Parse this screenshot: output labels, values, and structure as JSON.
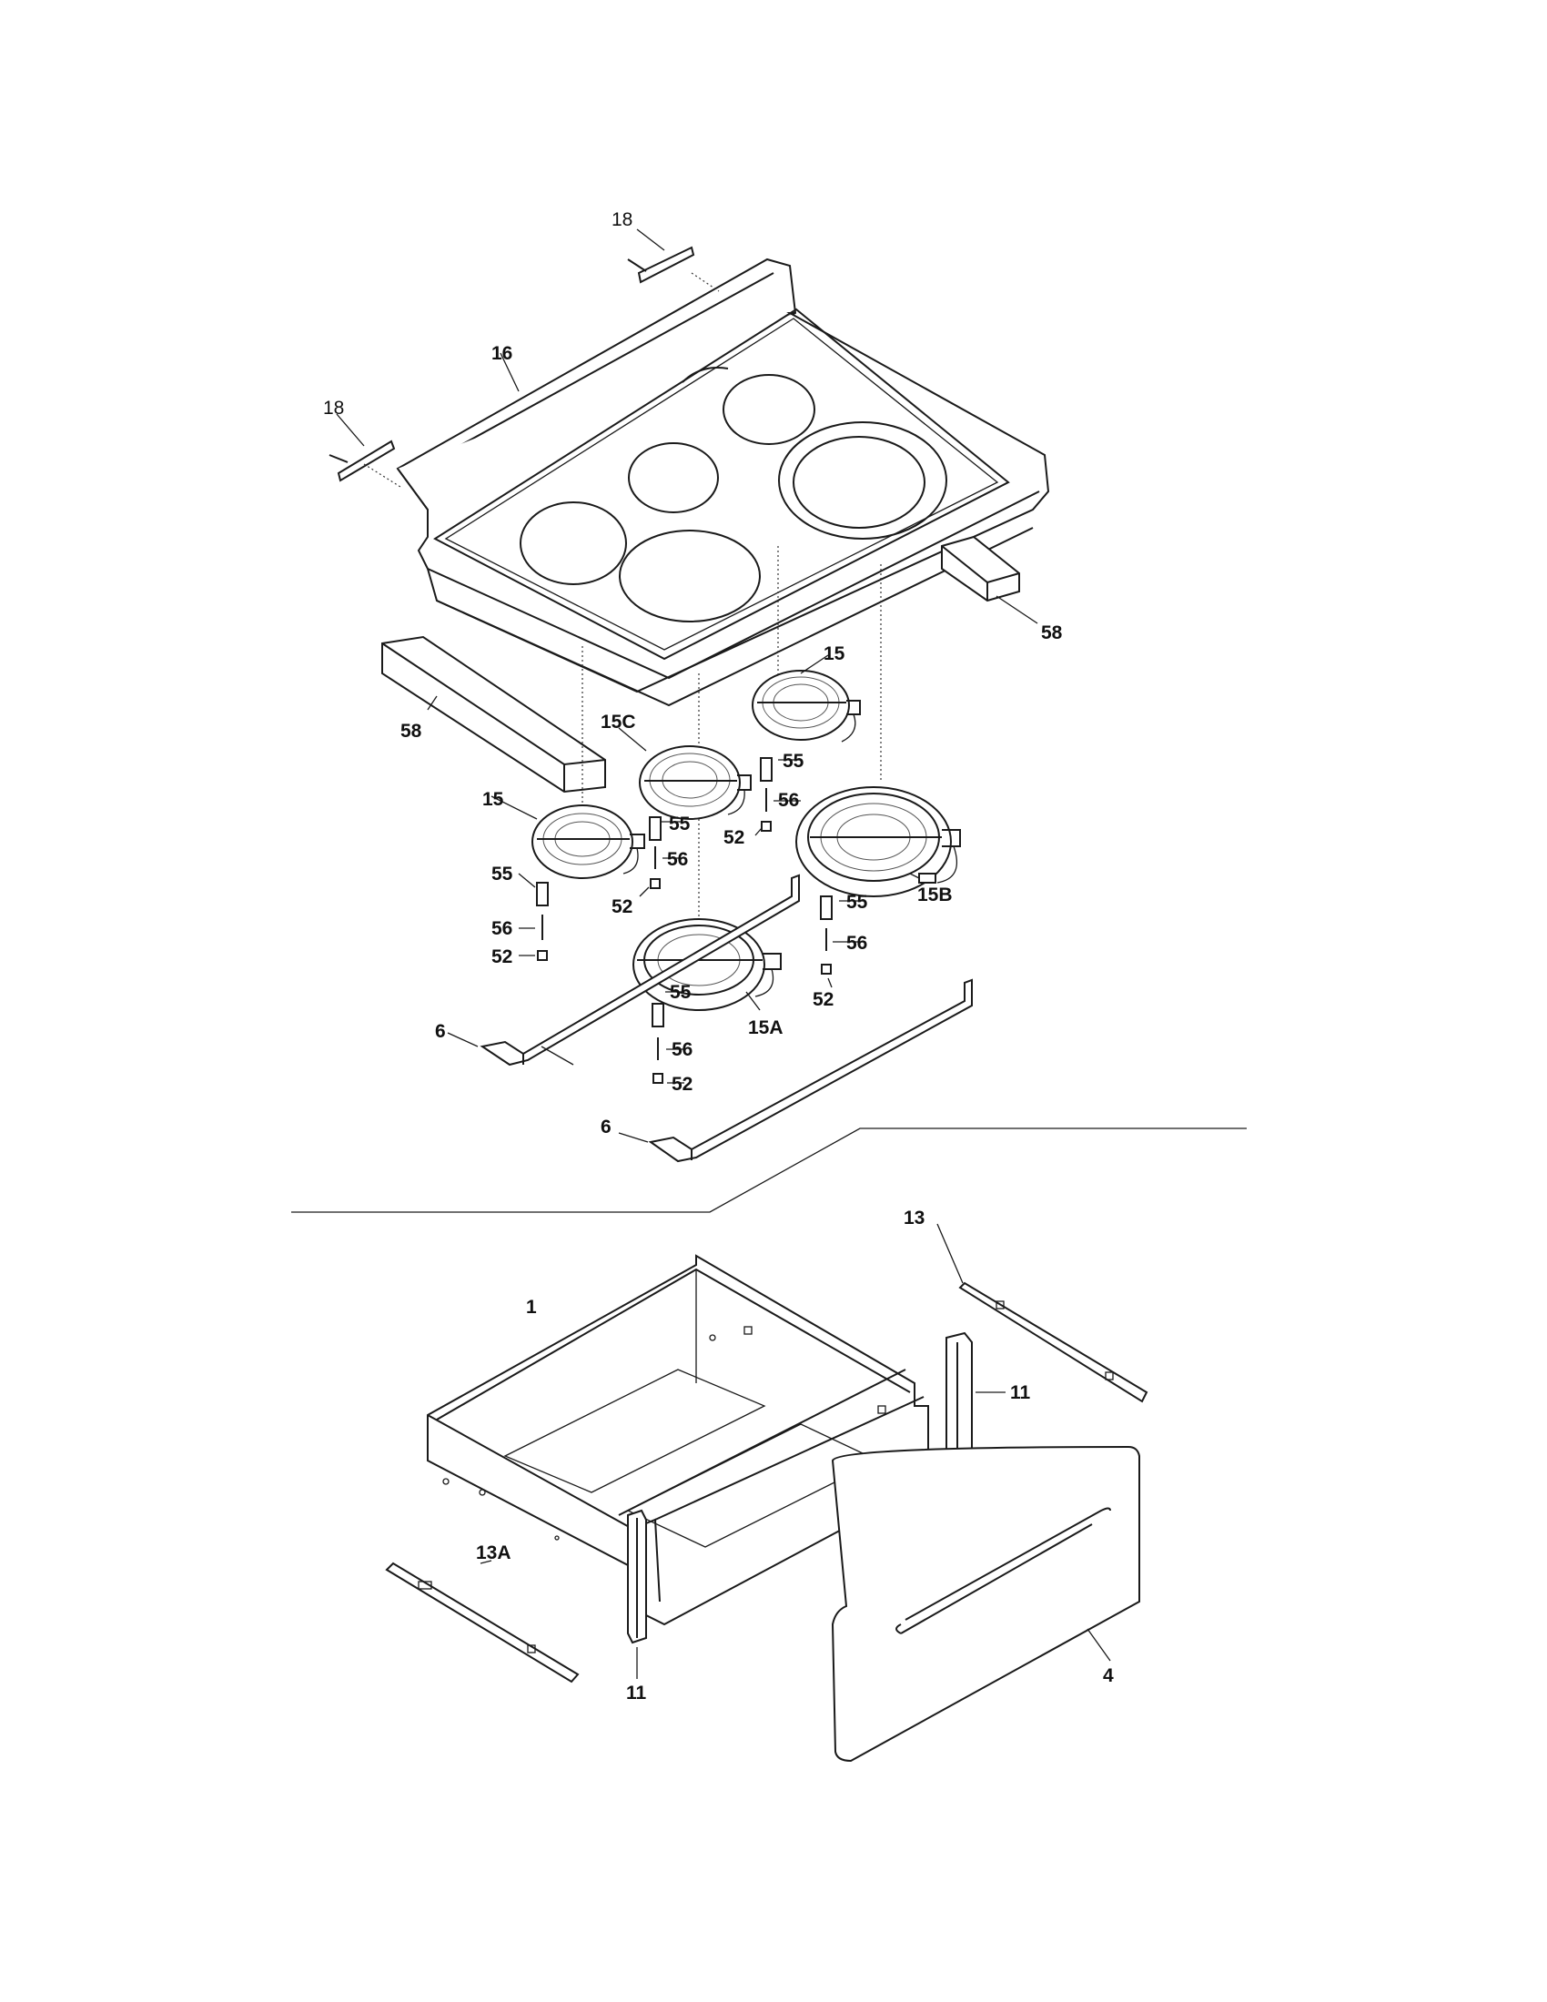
{
  "callouts": {
    "c16": "16",
    "c18a": "18",
    "c18b": "18",
    "c58a": "58",
    "c58b": "58",
    "c15a": "15",
    "c15b": "15",
    "c15C": "15C",
    "c15B": "15B",
    "c15A": "15A",
    "c55a": "55",
    "c55b": "55",
    "c55c": "55",
    "c55d": "55",
    "c55e": "55",
    "c56a": "56",
    "c56b": "56",
    "c56c": "56",
    "c56d": "56",
    "c56e": "56",
    "c52a": "52",
    "c52b": "52",
    "c52c": "52",
    "c52d": "52",
    "c52e": "52",
    "c6a": "6",
    "c6b": "6",
    "c1": "1",
    "c13": "13",
    "c13A": "13A",
    "c11a": "11",
    "c11b": "11",
    "c4": "4"
  }
}
